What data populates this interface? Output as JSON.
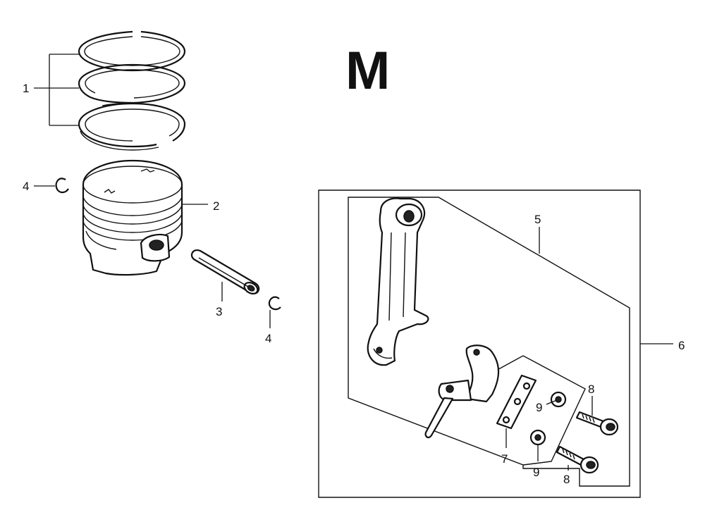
{
  "section_letter": "M",
  "callouts": {
    "piston_rings": "1",
    "piston": "2",
    "piston_pin": "3",
    "clip_left": "4",
    "clip_right": "4",
    "rod": "5",
    "rod_assembly": "6",
    "lock_plate": "7",
    "bolt_upper": "8",
    "bolt_lower": "8",
    "washer_upper": "9",
    "washer_lower": "9"
  },
  "colors": {
    "ink": "#111111",
    "paper": "#ffffff"
  }
}
